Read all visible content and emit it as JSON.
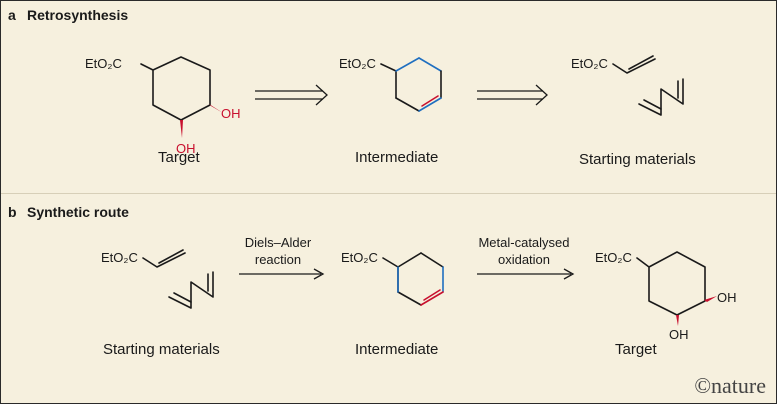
{
  "panel_a": {
    "label": "a",
    "title": "Retrosynthesis",
    "captions": {
      "target": "Target",
      "intermediate": "Intermediate",
      "starting_materials": "Starting materials"
    }
  },
  "panel_b": {
    "label": "b",
    "title": "Synthetic route",
    "captions": {
      "starting_materials": "Starting materials",
      "intermediate": "Intermediate",
      "target": "Target"
    },
    "step1": [
      "Diels–Alder",
      "reaction"
    ],
    "step2": [
      "Metal-catalysed",
      "oxidation"
    ]
  },
  "chem": {
    "ester": "EtO₂C",
    "hydroxyl": "OH"
  },
  "colors": {
    "background": "#f6f0de",
    "new_bond_blue": "#1f6fc0",
    "alkene_red": "#c8102e"
  },
  "watermark": "©nature"
}
